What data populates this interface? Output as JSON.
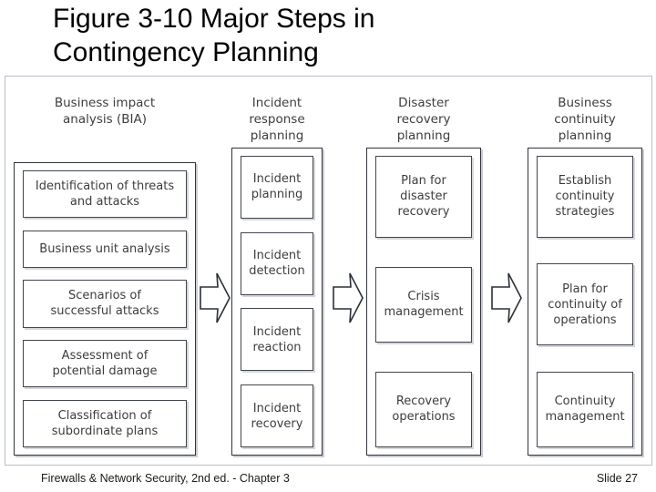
{
  "slide": {
    "title_lines": [
      "Figure 3-10 Major Steps in",
      "Contingency Planning"
    ],
    "title_full": "Figure 3-10 Major Steps in Contingency Planning"
  },
  "figure": {
    "columns": [
      {
        "id": "business-impact-analysis",
        "header_lines": [
          "Business impact",
          "analysis (BIA)"
        ],
        "header_full": "Business impact analysis (BIA)",
        "steps": [
          {
            "lines": [
              "Identification of threats",
              "and attacks"
            ],
            "full": "Identification of threats and attacks"
          },
          {
            "lines": [
              "Business unit analysis"
            ],
            "full": "Business unit analysis"
          },
          {
            "lines": [
              "Scenarios of",
              "successful attacks"
            ],
            "full": "Scenarios of successful attacks"
          },
          {
            "lines": [
              "Assessment of",
              "potential damage"
            ],
            "full": "Assessment of potential damage"
          },
          {
            "lines": [
              "Classification of",
              "subordinate plans"
            ],
            "full": "Classification of subordinate plans"
          }
        ]
      },
      {
        "id": "incident-response-planning",
        "header_lines": [
          "Incident",
          "response",
          "planning"
        ],
        "header_full": "Incident response planning",
        "steps": [
          {
            "lines": [
              "Incident",
              "planning"
            ],
            "full": "Incident planning"
          },
          {
            "lines": [
              "Incident",
              "detection"
            ],
            "full": "Incident detection"
          },
          {
            "lines": [
              "Incident",
              "reaction"
            ],
            "full": "Incident reaction"
          },
          {
            "lines": [
              "Incident",
              "recovery"
            ],
            "full": "Incident recovery"
          }
        ]
      },
      {
        "id": "disaster-recovery-planning",
        "header_lines": [
          "Disaster",
          "recovery",
          "planning"
        ],
        "header_full": "Disaster recovery planning",
        "steps": [
          {
            "lines": [
              "Plan for",
              "disaster",
              "recovery"
            ],
            "full": "Plan for disaster recovery"
          },
          {
            "lines": [
              "Crisis",
              "management"
            ],
            "full": "Crisis management"
          },
          {
            "lines": [
              "Recovery",
              "operations"
            ],
            "full": "Recovery operations"
          }
        ]
      },
      {
        "id": "business-continuity-planning",
        "header_lines": [
          "Business",
          "continuity",
          "planning"
        ],
        "header_full": "Business continuity planning",
        "steps": [
          {
            "lines": [
              "Establish",
              "continuity",
              "strategies"
            ],
            "full": "Establish continuity strategies"
          },
          {
            "lines": [
              "Plan for",
              "continuity of",
              "operations"
            ],
            "full": "Plan for continuity of operations"
          },
          {
            "lines": [
              "Continuity",
              "management"
            ],
            "full": "Continuity management"
          }
        ]
      }
    ],
    "arrows": [
      {
        "id": "arrow-bia-to-irp",
        "icon": "right-block-arrow-icon"
      },
      {
        "id": "arrow-irp-to-drp",
        "icon": "right-block-arrow-icon"
      },
      {
        "id": "arrow-drp-to-bcp",
        "icon": "right-block-arrow-icon"
      }
    ]
  },
  "footer": {
    "left": "Firewalls & Network Security, 2nd ed. - Chapter 3",
    "right": "Slide 27"
  },
  "colors": {
    "panel_border": "#b9bfcf",
    "box_border": "#41454d",
    "group_border": "#30343c",
    "text": "#3d3d3d",
    "title_text": "#000000"
  }
}
